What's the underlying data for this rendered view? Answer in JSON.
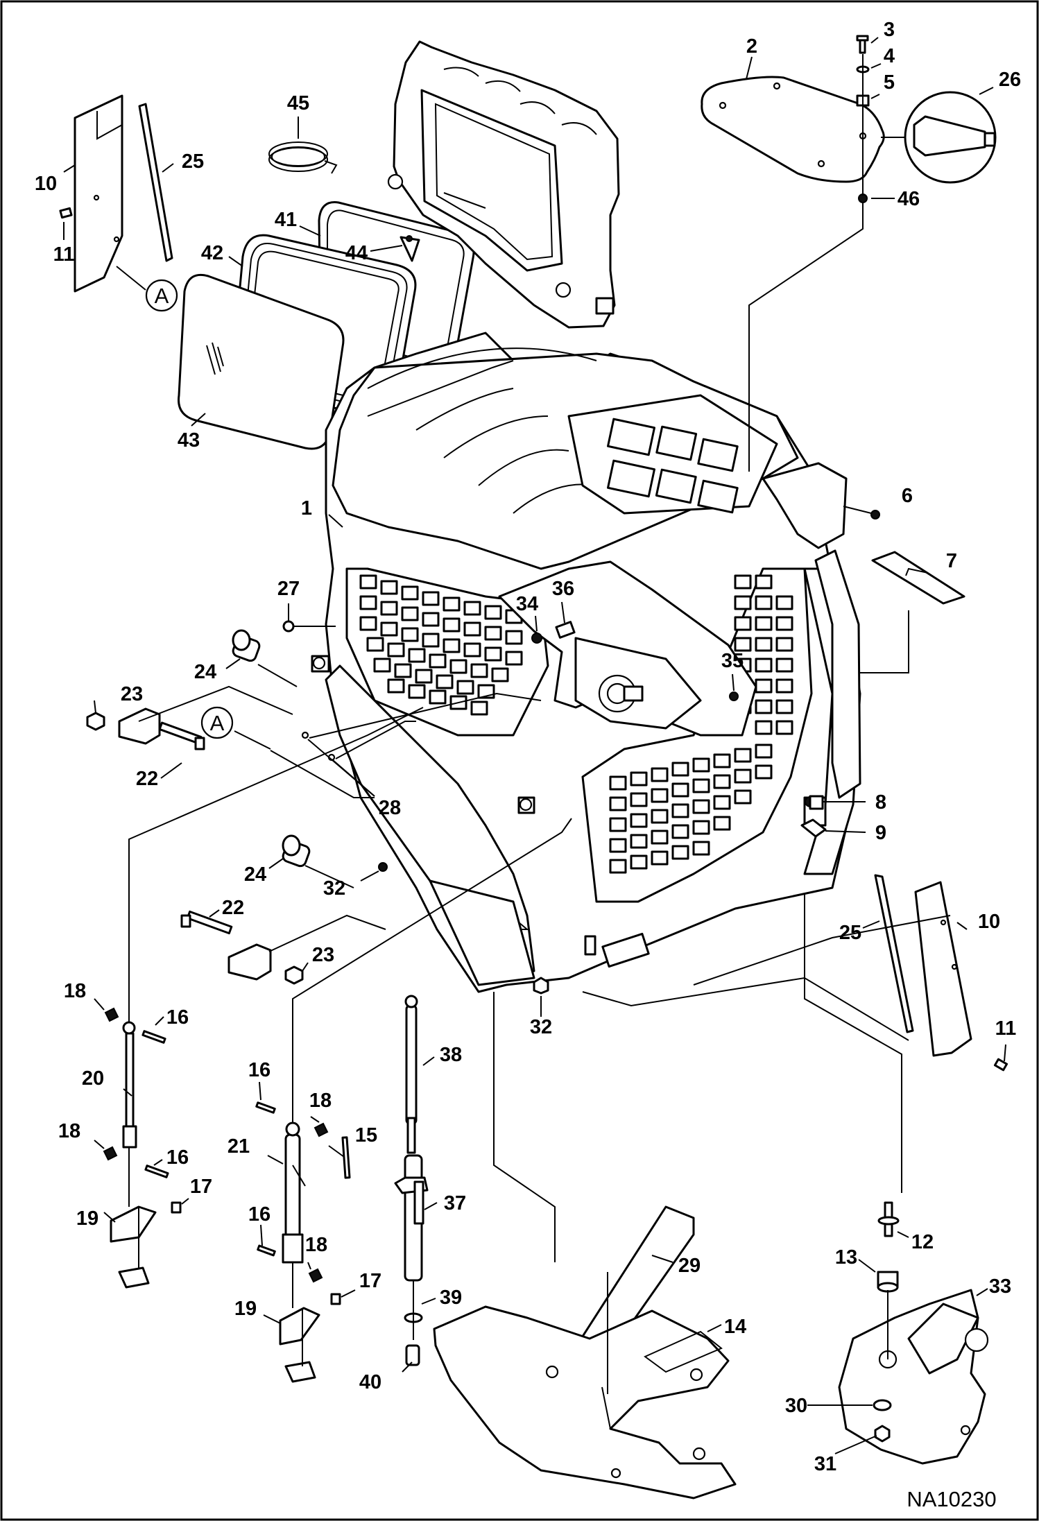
{
  "figure_id": "NA10230",
  "callout_A": "A",
  "callouts": [
    {
      "id": "c1",
      "label": "1"
    },
    {
      "id": "c2",
      "label": "2"
    },
    {
      "id": "c3",
      "label": "3"
    },
    {
      "id": "c4",
      "label": "4"
    },
    {
      "id": "c5",
      "label": "5"
    },
    {
      "id": "c6",
      "label": "6"
    },
    {
      "id": "c7",
      "label": "7"
    },
    {
      "id": "c8",
      "label": "8"
    },
    {
      "id": "c9",
      "label": "9"
    },
    {
      "id": "c10a",
      "label": "10"
    },
    {
      "id": "c10b",
      "label": "10"
    },
    {
      "id": "c11a",
      "label": "11"
    },
    {
      "id": "c11b",
      "label": "11"
    },
    {
      "id": "c12",
      "label": "12"
    },
    {
      "id": "c13",
      "label": "13"
    },
    {
      "id": "c14",
      "label": "14"
    },
    {
      "id": "c15",
      "label": "15"
    },
    {
      "id": "c16a",
      "label": "16"
    },
    {
      "id": "c16b",
      "label": "16"
    },
    {
      "id": "c16c",
      "label": "16"
    },
    {
      "id": "c16d",
      "label": "16"
    },
    {
      "id": "c16e",
      "label": "16"
    },
    {
      "id": "c17a",
      "label": "17"
    },
    {
      "id": "c17b",
      "label": "17"
    },
    {
      "id": "c18a",
      "label": "18"
    },
    {
      "id": "c18b",
      "label": "18"
    },
    {
      "id": "c18c",
      "label": "18"
    },
    {
      "id": "c18d",
      "label": "18"
    },
    {
      "id": "c19a",
      "label": "19"
    },
    {
      "id": "c19b",
      "label": "19"
    },
    {
      "id": "c20",
      "label": "20"
    },
    {
      "id": "c21",
      "label": "21"
    },
    {
      "id": "c22a",
      "label": "22"
    },
    {
      "id": "c22b",
      "label": "22"
    },
    {
      "id": "c23a",
      "label": "23"
    },
    {
      "id": "c23b",
      "label": "23"
    },
    {
      "id": "c24a",
      "label": "24"
    },
    {
      "id": "c24b",
      "label": "24"
    },
    {
      "id": "c25a",
      "label": "25"
    },
    {
      "id": "c25b",
      "label": "25"
    },
    {
      "id": "c26",
      "label": "26"
    },
    {
      "id": "c27",
      "label": "27"
    },
    {
      "id": "c28",
      "label": "28"
    },
    {
      "id": "c29",
      "label": "29"
    },
    {
      "id": "c30",
      "label": "30"
    },
    {
      "id": "c31",
      "label": "31"
    },
    {
      "id": "c32a",
      "label": "32"
    },
    {
      "id": "c32b",
      "label": "32"
    },
    {
      "id": "c33",
      "label": "33"
    },
    {
      "id": "c34",
      "label": "34"
    },
    {
      "id": "c35",
      "label": "35"
    },
    {
      "id": "c36",
      "label": "36"
    },
    {
      "id": "c37",
      "label": "37"
    },
    {
      "id": "c38",
      "label": "38"
    },
    {
      "id": "c39",
      "label": "39"
    },
    {
      "id": "c40",
      "label": "40"
    },
    {
      "id": "c41",
      "label": "41"
    },
    {
      "id": "c42",
      "label": "42"
    },
    {
      "id": "c43",
      "label": "43"
    },
    {
      "id": "c44",
      "label": "44"
    },
    {
      "id": "c45",
      "label": "45"
    },
    {
      "id": "c46",
      "label": "46"
    }
  ]
}
